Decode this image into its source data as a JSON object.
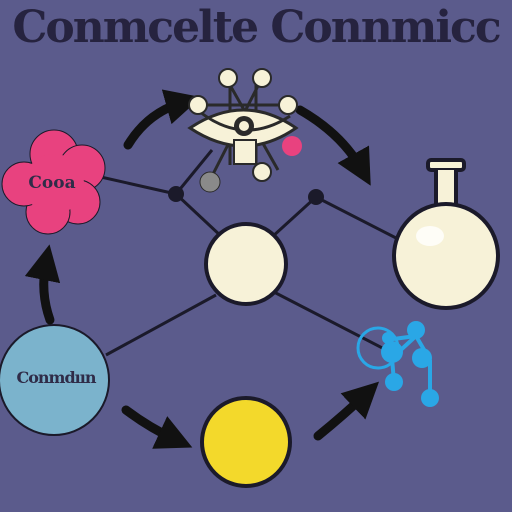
{
  "title": "Conmcelte Connmicc",
  "nodes": {
    "pink": {
      "label": "Cooa",
      "color": "#e8427f"
    },
    "blue": {
      "label": "Conmdıın",
      "color": "#7bb3cc"
    }
  },
  "colors": {
    "background": "#5b5b8c",
    "ink": "#26233f",
    "cream": "#f7f2d8",
    "yellow": "#f3d92b",
    "molecule": "#2aa7e6",
    "atom_gray": "#8a8a8a",
    "atom_pink": "#e8427f"
  },
  "icons": [
    "arrow-icon",
    "atom-icon",
    "flask-icon",
    "molecule-icon"
  ]
}
